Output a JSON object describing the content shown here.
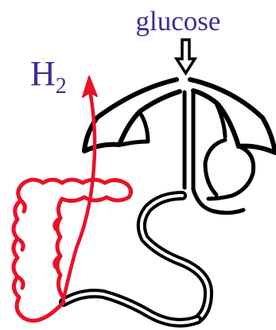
{
  "labels": {
    "substrate": "glucose",
    "gas_symbol": "H",
    "gas_subscript": "2"
  },
  "colors": {
    "labels": "#3b2f96",
    "gas_label": "#3b2f96",
    "gas_arrow": "#e8122a",
    "intestine": "#e8122a",
    "stomach_outline": "#000000"
  },
  "icons": {
    "input_arrow": "down-arrow-icon",
    "output_arrow": "up-arrow-icon"
  }
}
